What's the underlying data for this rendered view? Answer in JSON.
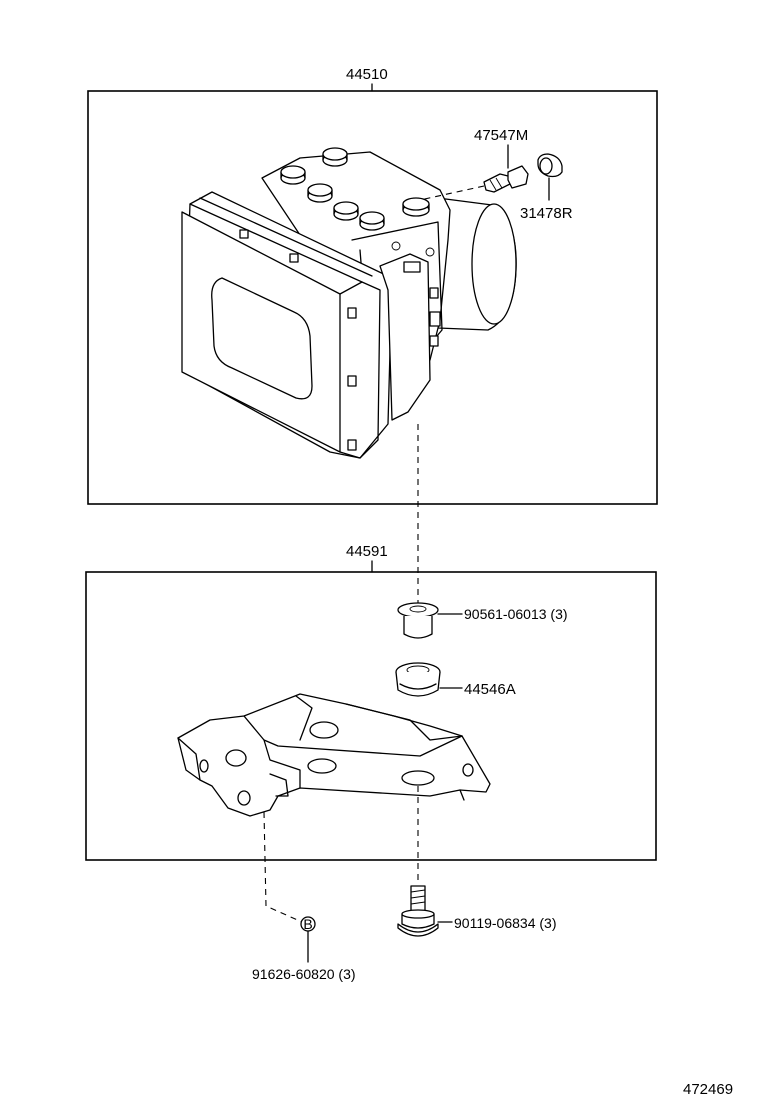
{
  "diagram_id": "472469",
  "assemblies": [
    {
      "part_no": "44510"
    },
    {
      "part_no": "44591"
    }
  ],
  "callouts": {
    "union_bolt": "47547M",
    "cap": "31478R",
    "collar": "90561-06013 (3)",
    "cushion": "44546A",
    "bolt": "90119-06834 (3)",
    "nut_ref": "91626-60820 (3)",
    "ref_marker": "B"
  }
}
